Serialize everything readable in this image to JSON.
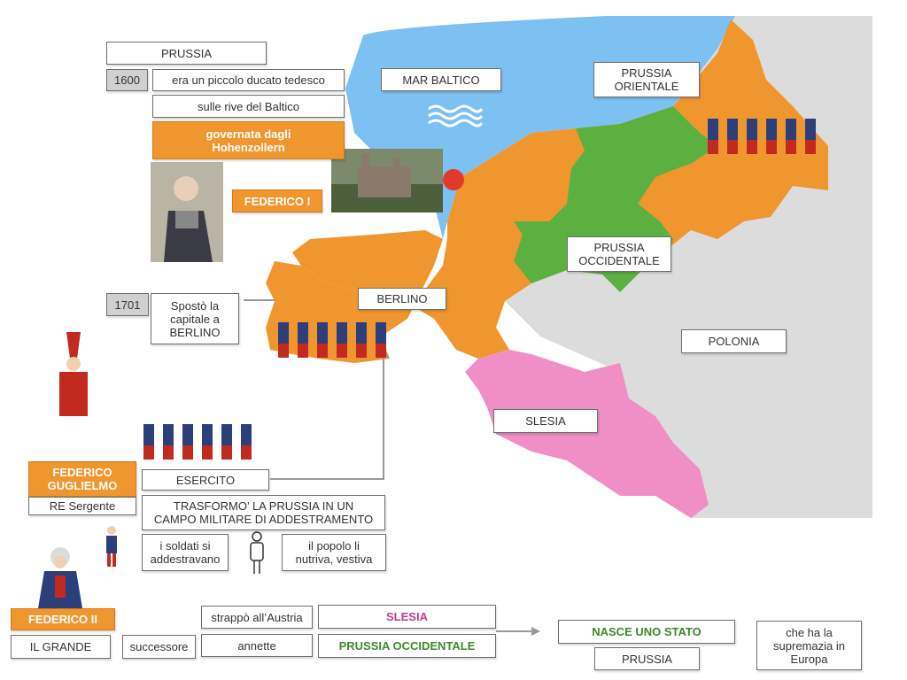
{
  "map": {
    "baltic": "MAR BALTICO",
    "east_prussia": "PRUSSIA\nORIENTALE",
    "west_prussia": "PRUSSIA\nOCCIDENTALE",
    "berlin": "BERLINO",
    "poland": "POLONIA",
    "silesia": "SLESIA"
  },
  "prussia": {
    "title": "PRUSSIA",
    "year1": "1600",
    "desc1": "era un piccolo ducato tedesco",
    "desc2": "sulle rive del Baltico",
    "desc3": "governata dagli\nHohenzollern",
    "king1": "FEDERICO I",
    "year2": "1701",
    "move": "Spostò la\ncapitale a\nBERLINO"
  },
  "fg": {
    "name": "FEDERICO\nGUGLIELMO",
    "nickname": "RE Sergente",
    "army": "ESERCITO",
    "transform": "TRASFORMO’ LA PRUSSIA IN UN\nCAMPO MILITARE DI ADDESTRAMENTO",
    "soldiers": "i soldati si\naddestravano",
    "people": "il popolo li\nnutriva, vestiva"
  },
  "f2": {
    "name": "FEDERICO II",
    "title": "IL GRANDE",
    "successor": "successore",
    "took": "strappò all’Austria",
    "silesia": "SLESIA",
    "annexed": "annette",
    "west": "PRUSSIA OCCIDENTALE",
    "state": "NASCE UNO STATO",
    "prussia": "PRUSSIA",
    "supremacy": "che ha la\nsupremazia in\nEuropa"
  },
  "colors": {
    "sea": "#7dc0f2",
    "prussia": "#f0962e",
    "west": "#5bb040",
    "silesia": "#ef8fc5",
    "poland": "#dcdcdc",
    "label_orange": "#f0962e"
  }
}
